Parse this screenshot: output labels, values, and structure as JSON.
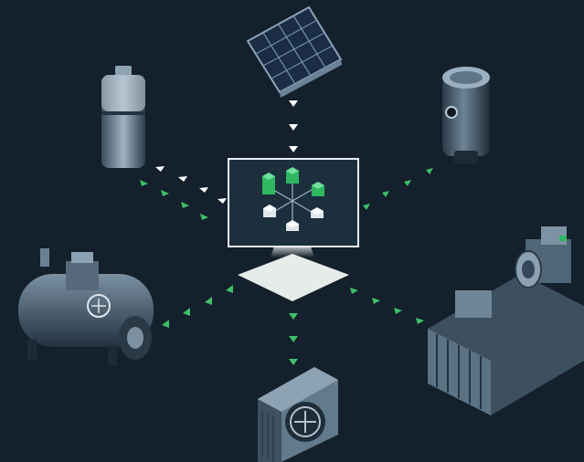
{
  "diagram": {
    "hub": {
      "icon": "energy-management-hub-icon"
    },
    "devices": [
      {
        "name": "solar-panel",
        "icon": "solar-panel-icon"
      },
      {
        "name": "battery",
        "icon": "battery-icon"
      },
      {
        "name": "compressed-air-tank",
        "icon": "air-tank-icon"
      },
      {
        "name": "generator",
        "icon": "industrial-generator-icon"
      },
      {
        "name": "heat-pump",
        "icon": "heat-pump-outdoor-unit-icon"
      },
      {
        "name": "industrial-machine",
        "icon": "industrial-machine-icon"
      }
    ]
  },
  "colors": {
    "background": "#14202b",
    "flow_green": "#3fbf6a",
    "flow_white": "#ffffff",
    "hub_green": "#2fb861",
    "device_steel": "#5d7486"
  }
}
